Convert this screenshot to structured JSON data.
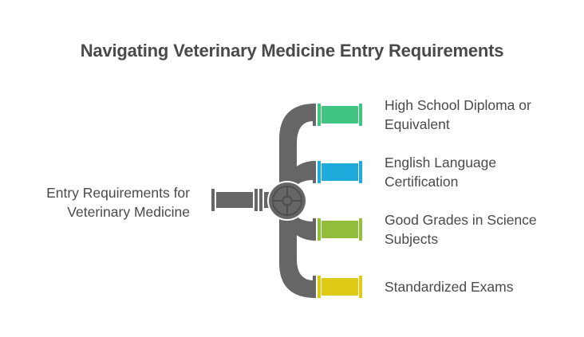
{
  "title": "Navigating Veterinary Medicine Entry Requirements",
  "source": {
    "label": "Entry Requirements for Veterinary Medicine",
    "line1": "Entry Requirements for",
    "line2": "Veterinary Medicine"
  },
  "items": [
    {
      "line1": "High School Diploma or",
      "line2": "Equivalent",
      "color": "#3fc57f"
    },
    {
      "line1": "English Language",
      "line2": "Certification",
      "color": "#1eaadb"
    },
    {
      "line1": "Good Grades in Science",
      "line2": "Subjects",
      "color": "#92bd3a"
    },
    {
      "line1": "Standardized Exams",
      "line2": "",
      "color": "#dfcb16"
    }
  ],
  "colors": {
    "pipe": "#666666",
    "text": "#4a4a4a",
    "valve": "#666666",
    "valve_detail": "#4f4f4f"
  },
  "icons": {
    "valve": "valve-wheel-icon"
  }
}
